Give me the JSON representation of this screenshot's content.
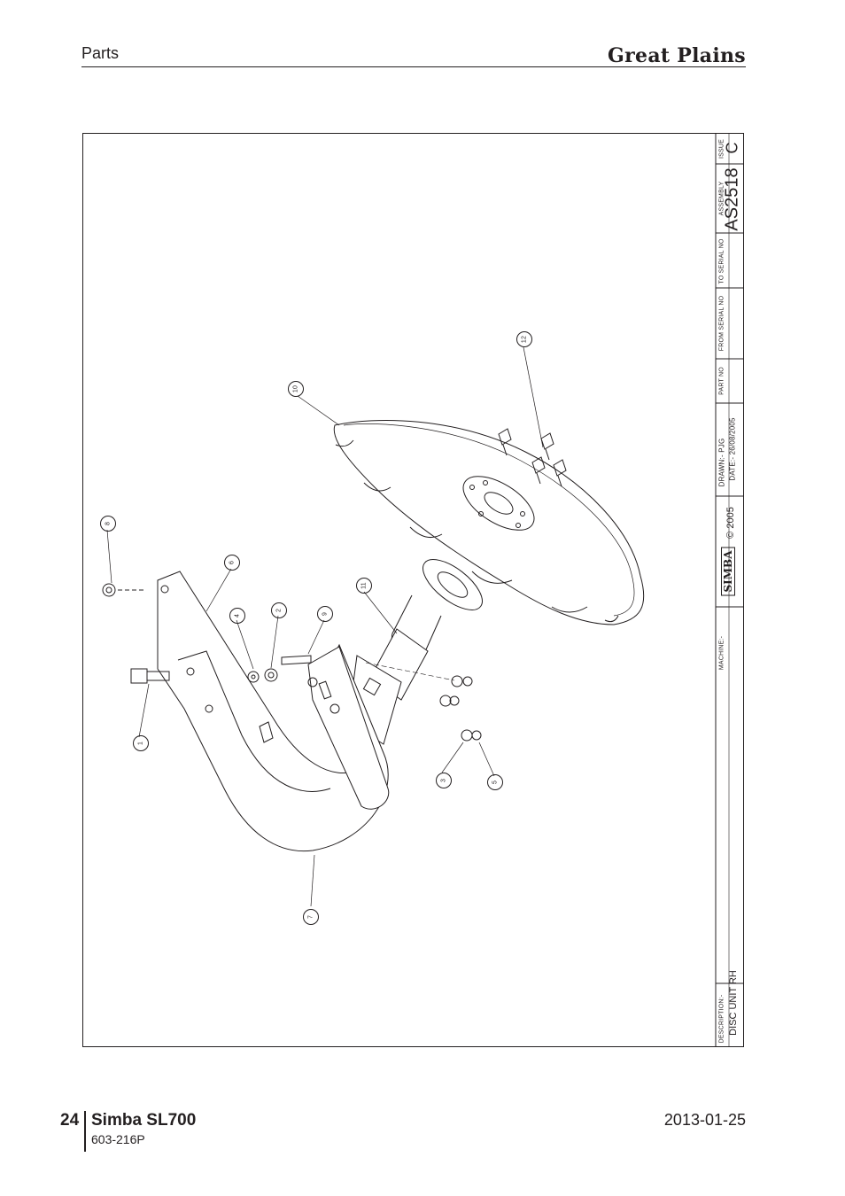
{
  "header": {
    "section": "Parts",
    "brand": "Great Plains"
  },
  "title_block": {
    "issue_label": "ISSUE",
    "issue": "C",
    "assembly_label": "ASSEMBLY",
    "assembly": "AS2518",
    "to_serial_label": "TO SERIAL NO",
    "from_serial_label": "FROM SERIAL NO",
    "part_no_label": "PART NO",
    "drawn": "DRAWN:-   PJG",
    "date": "DATE:-   26/08/2005",
    "copyright": "© 2005",
    "logo": "SIMBA",
    "machine_label": "MACHINE:-",
    "description_label": "DESCRIPTION:-",
    "description": "DISC UNIT RH"
  },
  "callouts": [
    "1",
    "2",
    "3",
    "4",
    "5",
    "6",
    "7",
    "8",
    "9",
    "10",
    "11",
    "12"
  ],
  "footer": {
    "page_number": "24",
    "title": "Simba SL700",
    "code": "603-216P",
    "date": "2013-01-25"
  }
}
